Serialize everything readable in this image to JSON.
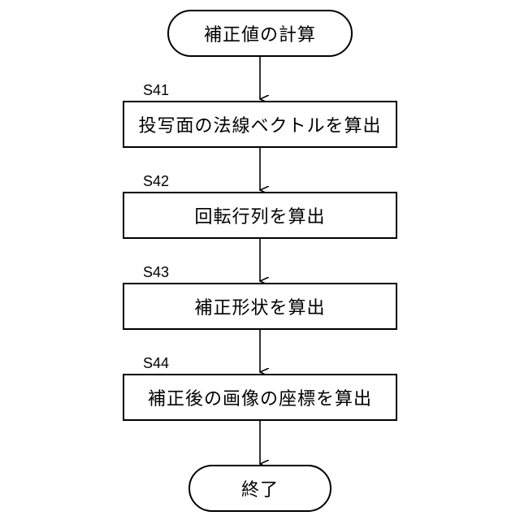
{
  "flowchart": {
    "start": {
      "label": "補正値の計算"
    },
    "steps": [
      {
        "id": "S41",
        "label": "投写面の法線ベクトルを算出"
      },
      {
        "id": "S42",
        "label": "回転行列を算出"
      },
      {
        "id": "S43",
        "label": "補正形状を算出"
      },
      {
        "id": "S44",
        "label": "補正後の画像の座標を算出"
      }
    ],
    "end": {
      "label": "終了"
    }
  }
}
